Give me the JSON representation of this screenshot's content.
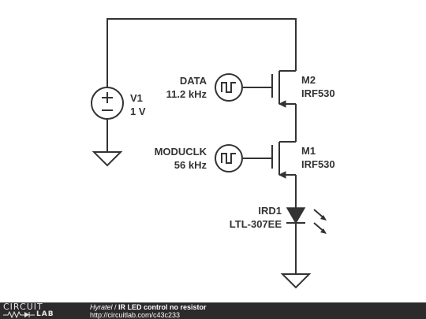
{
  "components": {
    "v1": {
      "name": "V1",
      "value": "1 V"
    },
    "data_src": {
      "name": "DATA",
      "value": "11.2 kHz"
    },
    "moduclk_src": {
      "name": "MODUCLK",
      "value": "56 kHz"
    },
    "m2": {
      "name": "M2",
      "part": "IRF530"
    },
    "m1": {
      "name": "M1",
      "part": "IRF530"
    },
    "ird1": {
      "name": "IRD1",
      "part": "LTL-307EE"
    }
  },
  "footer": {
    "logo_top": "CIRCUIT",
    "logo_bottom": "LAB",
    "author": "Hyratel",
    "separator": " / ",
    "title": "IR LED control no resistor",
    "url": "http://circuitlab.com/c43c233"
  },
  "colors": {
    "wire": "#333333",
    "footer_bg": "#2b2b2b",
    "footer_text": "#ffffff"
  }
}
